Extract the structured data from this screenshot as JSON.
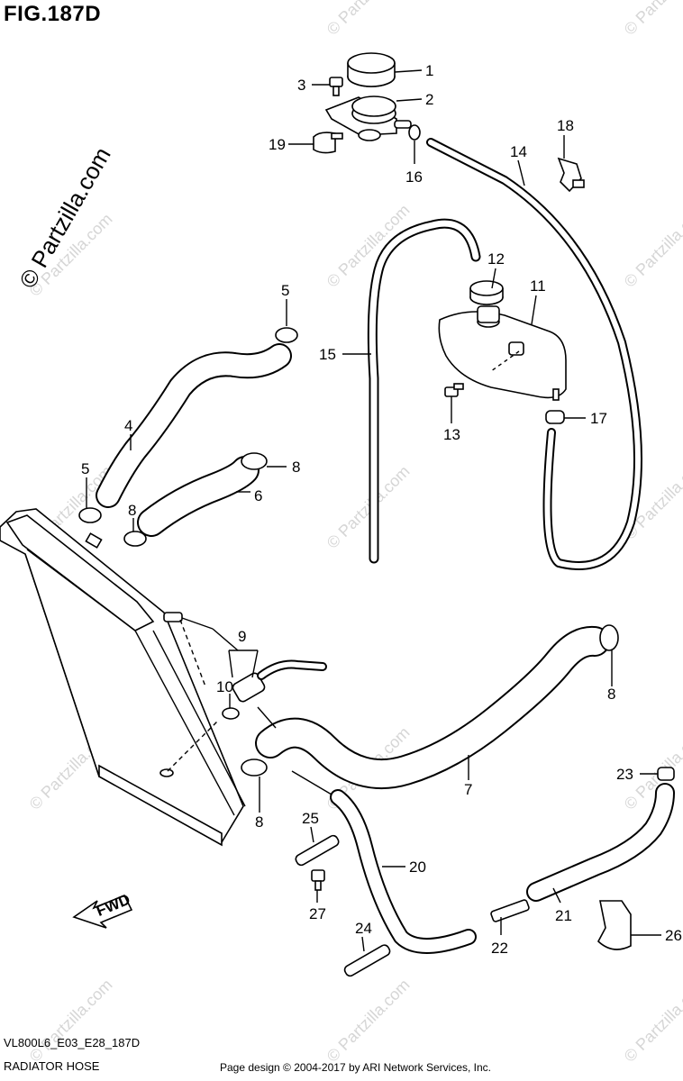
{
  "figure": {
    "title": "FIG.187D",
    "code": "VL800L6_E03_E28_187D",
    "name": "RADIATOR HOSE",
    "credit": "Page design © 2004-2017 by ARI Network Services, Inc.",
    "direction_label": "FWD"
  },
  "watermark": {
    "main": "© Partzilla.com",
    "repeat": "© Partzilla.com"
  },
  "callouts": [
    {
      "id": "1",
      "label": "1"
    },
    {
      "id": "2",
      "label": "2"
    },
    {
      "id": "3",
      "label": "3"
    },
    {
      "id": "4",
      "label": "4"
    },
    {
      "id": "5a",
      "label": "5"
    },
    {
      "id": "5b",
      "label": "5"
    },
    {
      "id": "6",
      "label": "6"
    },
    {
      "id": "7",
      "label": "7"
    },
    {
      "id": "8a",
      "label": "8"
    },
    {
      "id": "8b",
      "label": "8"
    },
    {
      "id": "8c",
      "label": "8"
    },
    {
      "id": "8d",
      "label": "8"
    },
    {
      "id": "9",
      "label": "9"
    },
    {
      "id": "10",
      "label": "10"
    },
    {
      "id": "11",
      "label": "11"
    },
    {
      "id": "12",
      "label": "12"
    },
    {
      "id": "13",
      "label": "13"
    },
    {
      "id": "14",
      "label": "14"
    },
    {
      "id": "15",
      "label": "15"
    },
    {
      "id": "16",
      "label": "16"
    },
    {
      "id": "17",
      "label": "17"
    },
    {
      "id": "18",
      "label": "18"
    },
    {
      "id": "19",
      "label": "19"
    },
    {
      "id": "20",
      "label": "20"
    },
    {
      "id": "21",
      "label": "21"
    },
    {
      "id": "22",
      "label": "22"
    },
    {
      "id": "23",
      "label": "23"
    },
    {
      "id": "24",
      "label": "24"
    },
    {
      "id": "25",
      "label": "25"
    },
    {
      "id": "26",
      "label": "26"
    },
    {
      "id": "27",
      "label": "27"
    }
  ]
}
